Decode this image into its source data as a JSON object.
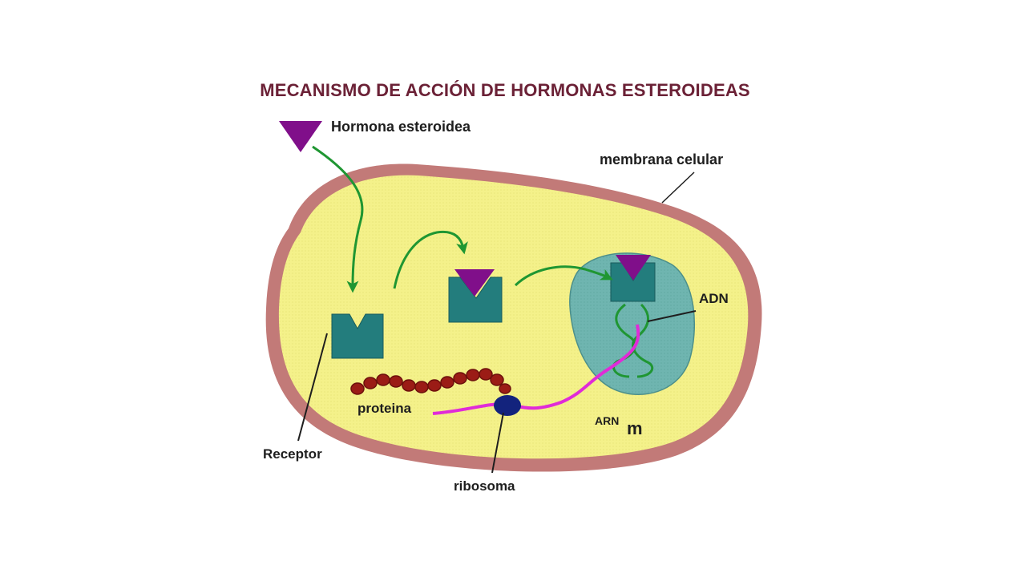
{
  "title": "MECANISMO DE ACCIÓN DE HORMONAS ESTEROIDEAS",
  "labels": {
    "hormone": "Hormona esteroidea",
    "membrane": "membrana celular",
    "dna": "ADN",
    "protein": "proteina",
    "receptor": "Receptor",
    "ribosome": "ribosoma",
    "mrna_main": "ARN",
    "mrna_sub": "m"
  },
  "colors": {
    "title": "#6b2136",
    "cytoplasm": "#f4f18a",
    "membrane": "#c27a78",
    "hormone": "#800f8a",
    "receptor": "#237d7d",
    "nucleus": "#6fb5b0",
    "arrow": "#1f9632",
    "protein": "#9b1c16",
    "mrna": "#e02bd8",
    "ribosome": "#13237d"
  }
}
